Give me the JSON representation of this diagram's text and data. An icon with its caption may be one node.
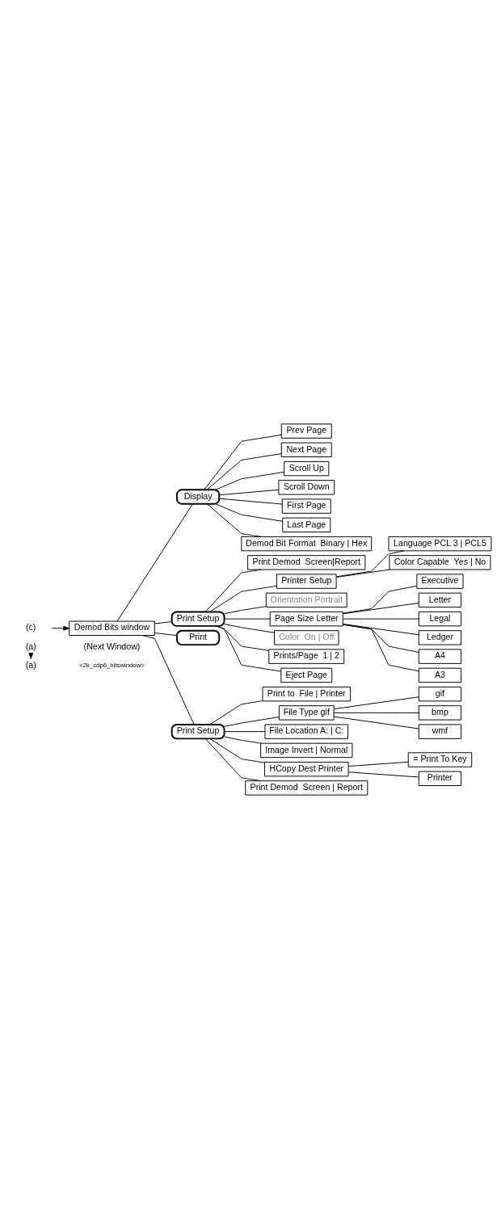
{
  "diagram": {
    "nodes": [
      {
        "text": [
          "(a)"
        ]
      },
      {
        "text": [
          "(a)"
        ]
      },
      {
        "text": [
          "(c)"
        ]
      },
      {
        "text": [
          "Demod Bits window"
        ],
        "beside": [
          "(Next Window)"
        ]
      },
      {
        "text": [
          "Display"
        ]
      },
      {
        "text": [
          "Prev Page"
        ]
      },
      {
        "text": [
          "Next Page"
        ]
      },
      {
        "text": [
          "Scroll Up"
        ]
      },
      {
        "text": [
          "Scroll Down"
        ]
      },
      {
        "text": [
          "First Page"
        ]
      },
      {
        "text": [
          "Last Page"
        ]
      },
      {
        "text": [
          "Demod Bit Format  Binary | Hex"
        ]
      },
      {
        "text": [
          "Print Setup"
        ]
      },
      {
        "text": [
          "Print Demod  Screen|Report"
        ]
      },
      {
        "text": [
          "Printer Setup"
        ]
      },
      {
        "text": [
          "Language PCL 3 | PCL5"
        ]
      },
      {
        "text": [
          "Color Capable  Yes | No"
        ]
      },
      {
        "text": [
          "Orientation Portrait"
        ]
      },
      {
        "text": [
          "Page Size Letter"
        ]
      },
      {
        "text": [
          "Executive"
        ]
      },
      {
        "text": [
          "Letter"
        ]
      },
      {
        "text": [
          "Legal"
        ]
      },
      {
        "text": [
          "Ledger"
        ]
      },
      {
        "text": [
          "A4"
        ]
      },
      {
        "text": [
          "A3"
        ]
      },
      {
        "text": [
          "Color  On | Off"
        ]
      },
      {
        "text": [
          "Prints/Page  1 | 2"
        ]
      },
      {
        "text": [
          "Eject Page"
        ]
      },
      {
        "text": [
          "Print"
        ]
      },
      {
        "text": [
          "Print Setup"
        ]
      },
      {
        "text": [
          "Print to  File | Printer"
        ]
      },
      {
        "text": [
          "File Type gif"
        ]
      },
      {
        "text": [
          "gif"
        ]
      },
      {
        "text": [
          "bmp"
        ]
      },
      {
        "text": [
          "wmf"
        ]
      },
      {
        "text": [
          "File Location A: | C:"
        ]
      },
      {
        "text": [
          "Image Invert | Normal"
        ]
      },
      {
        "text": [
          "HCopy Dest Printer"
        ]
      },
      {
        "text": [
          "= Print To Key"
        ]
      },
      {
        "text": [
          "Printer"
        ]
      },
      {
        "text": [
          "Print Demod  Screen | Report"
        ]
      }
    ],
    "edges": [
      {
        "from": 0,
        "to": 1,
        "arrow": "to"
      },
      {
        "from": 2,
        "to": 3,
        "arrow": "to"
      },
      {
        "from": 3,
        "to": 4,
        "arrow": "none"
      },
      {
        "from": 4,
        "to": 5,
        "arrow": "none"
      },
      {
        "from": 4,
        "to": 6,
        "arrow": "none"
      },
      {
        "from": 4,
        "to": 7,
        "arrow": "none"
      },
      {
        "from": 4,
        "to": 8,
        "arrow": "none"
      },
      {
        "from": 4,
        "to": 9,
        "arrow": "none"
      },
      {
        "from": 4,
        "to": 10,
        "arrow": "none"
      },
      {
        "from": 4,
        "to": 11,
        "arrow": "none"
      },
      {
        "from": 3,
        "to": 12,
        "arrow": "none"
      },
      {
        "from": 12,
        "to": 13,
        "arrow": "none"
      },
      {
        "from": 12,
        "to": 14,
        "arrow": "none"
      },
      {
        "from": 14,
        "to": 15,
        "arrow": "none"
      },
      {
        "from": 14,
        "to": 16,
        "arrow": "none"
      },
      {
        "from": 12,
        "to": 17,
        "arrow": "none"
      },
      {
        "from": 12,
        "to": 18,
        "arrow": "none"
      },
      {
        "from": 18,
        "to": 19,
        "arrow": "none"
      },
      {
        "from": 18,
        "to": 20,
        "arrow": "none"
      },
      {
        "from": 18,
        "to": 21,
        "arrow": "none"
      },
      {
        "from": 18,
        "to": 22,
        "arrow": "none"
      },
      {
        "from": 18,
        "to": 23,
        "arrow": "none"
      },
      {
        "from": 18,
        "to": 24,
        "arrow": "none"
      },
      {
        "from": 12,
        "to": 25,
        "arrow": "none"
      },
      {
        "from": 12,
        "to": 26,
        "arrow": "none"
      },
      {
        "from": 12,
        "to": 27,
        "arrow": "none"
      },
      {
        "from": 3,
        "to": 28,
        "arrow": "none"
      },
      {
        "from": 3,
        "to": 29,
        "arrow": "none"
      },
      {
        "from": 29,
        "to": 30,
        "arrow": "none"
      },
      {
        "from": 29,
        "to": 31,
        "arrow": "none"
      },
      {
        "from": 31,
        "to": 32,
        "arrow": "none"
      },
      {
        "from": 31,
        "to": 33,
        "arrow": "none"
      },
      {
        "from": 31,
        "to": 34,
        "arrow": "none"
      },
      {
        "from": 29,
        "to": 35,
        "arrow": "none"
      },
      {
        "from": 29,
        "to": 36,
        "arrow": "none"
      },
      {
        "from": 29,
        "to": 37,
        "arrow": "none"
      },
      {
        "from": 37,
        "to": 38,
        "arrow": "none"
      },
      {
        "from": 37,
        "to": 39,
        "arrow": "none"
      },
      {
        "from": 29,
        "to": 40,
        "arrow": "none"
      }
    ],
    "labels": [
      "<2k_cdp6_bitswindow>"
    ]
  }
}
